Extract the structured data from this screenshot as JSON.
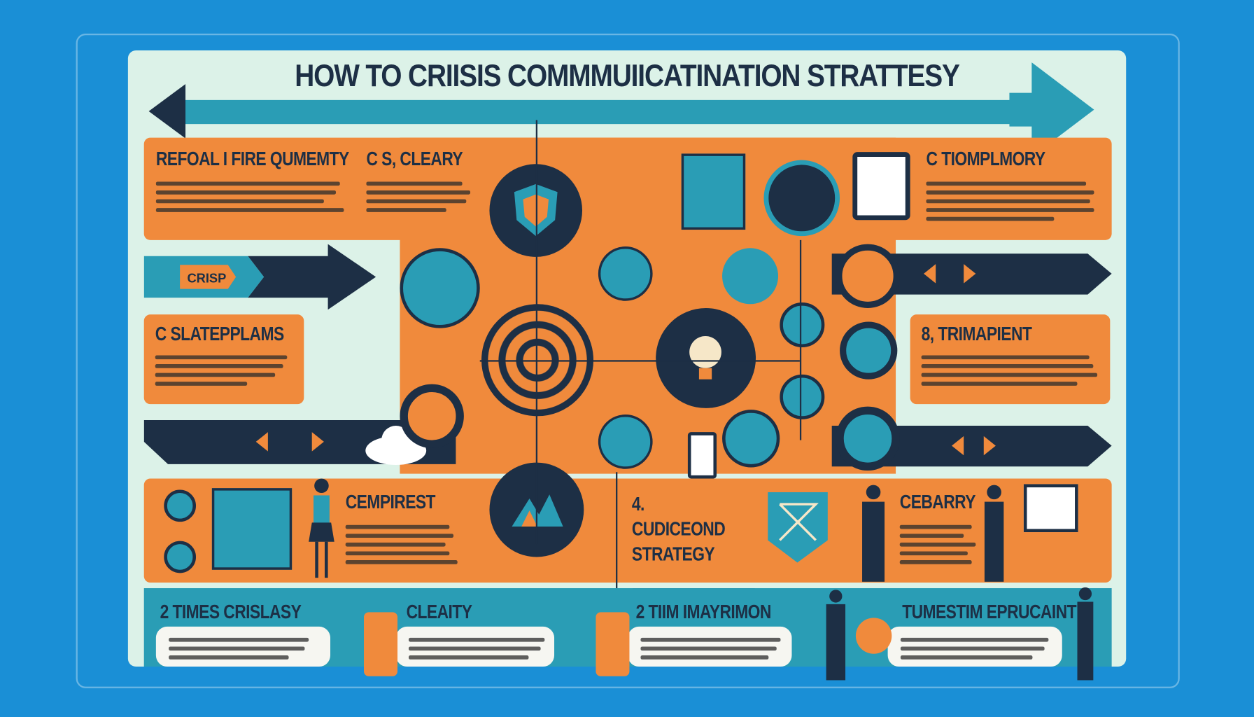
{
  "title": "HOW TO CRIISIS COMMMUIICATINATION STRATTESY",
  "top_sections": [
    {
      "heading": "REFOAL I FIRE QUMEMTY"
    },
    {
      "heading": "C S, CLEARY"
    },
    {
      "heading": "C TIOMPLMORY"
    }
  ],
  "arrow_label": "CRISP",
  "middle_sections": [
    {
      "heading": "C SLATEPPLAMS"
    },
    {
      "heading": "8, TRIMAPIENT"
    }
  ],
  "lower_sections": [
    {
      "heading": "CEMPIREST"
    },
    {
      "heading": "4. CUDICEOND STRATEGY"
    },
    {
      "heading": "CEBARRY"
    }
  ],
  "bottom_sections": [
    {
      "heading": "2 TIMES CRISLASY"
    },
    {
      "heading": "CLEAITY"
    },
    {
      "heading": "2 TIIM IMAYRIMON"
    },
    {
      "heading": "TUMESTIM EPRUCAINT"
    }
  ],
  "colors": {
    "background": "#1a8fd6",
    "panel": "#dcf2e8",
    "orange": "#f08a3c",
    "navy": "#1d2f45",
    "teal": "#2a9db5"
  }
}
